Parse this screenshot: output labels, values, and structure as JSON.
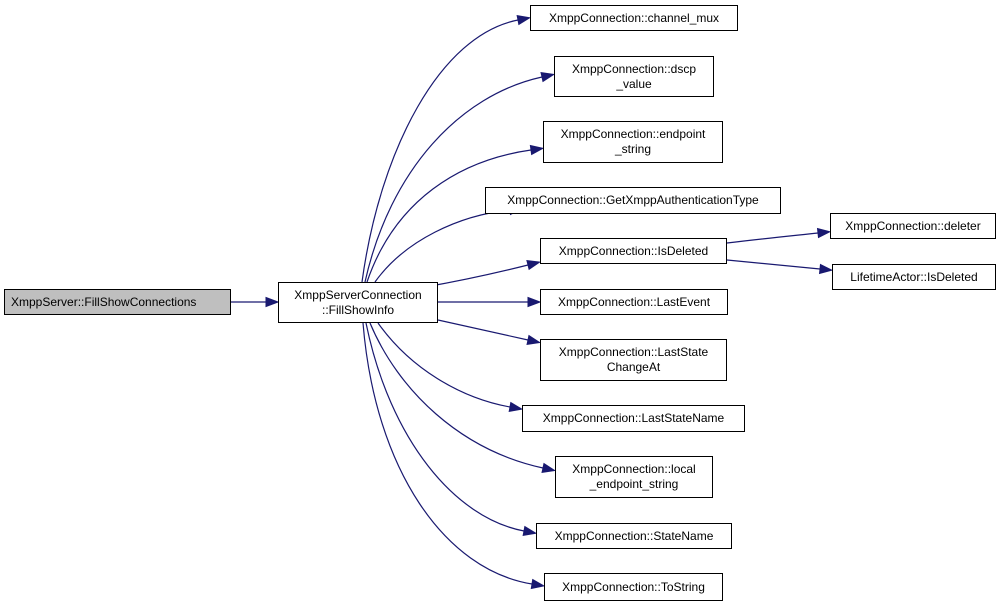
{
  "colors": {
    "edge": "#191970",
    "root_fill": "#bfbfbf",
    "node_border": "#000000"
  },
  "nodes": {
    "root": {
      "lines": [
        "XmppServer::FillShowConnections"
      ]
    },
    "fill_show_info": {
      "lines": [
        "XmppServerConnection",
        "::FillShowInfo"
      ]
    },
    "channel_mux": {
      "lines": [
        "XmppConnection::channel_mux"
      ]
    },
    "dscp_value": {
      "lines": [
        "XmppConnection::dscp",
        "_value"
      ]
    },
    "endpoint_string": {
      "lines": [
        "XmppConnection::endpoint",
        "_string"
      ]
    },
    "get_auth_type": {
      "lines": [
        "XmppConnection::GetXmppAuthenticationType"
      ]
    },
    "is_deleted": {
      "lines": [
        "XmppConnection::IsDeleted"
      ]
    },
    "last_event": {
      "lines": [
        "XmppConnection::LastEvent"
      ]
    },
    "last_state_change_at": {
      "lines": [
        "XmppConnection::LastState",
        "ChangeAt"
      ]
    },
    "last_state_name": {
      "lines": [
        "XmppConnection::LastStateName"
      ]
    },
    "local_endpoint_string": {
      "lines": [
        "XmppConnection::local",
        "_endpoint_string"
      ]
    },
    "state_name": {
      "lines": [
        "XmppConnection::StateName"
      ]
    },
    "to_string": {
      "lines": [
        "XmppConnection::ToString"
      ]
    },
    "deleter": {
      "lines": [
        "XmppConnection::deleter"
      ]
    },
    "lifetime_is_deleted": {
      "lines": [
        "LifetimeActor::IsDeleted"
      ]
    }
  },
  "edges": [
    {
      "from": "root",
      "to": "fill_show_info"
    },
    {
      "from": "fill_show_info",
      "to": "channel_mux"
    },
    {
      "from": "fill_show_info",
      "to": "dscp_value"
    },
    {
      "from": "fill_show_info",
      "to": "endpoint_string"
    },
    {
      "from": "fill_show_info",
      "to": "get_auth_type"
    },
    {
      "from": "fill_show_info",
      "to": "is_deleted"
    },
    {
      "from": "fill_show_info",
      "to": "last_event"
    },
    {
      "from": "fill_show_info",
      "to": "last_state_change_at"
    },
    {
      "from": "fill_show_info",
      "to": "last_state_name"
    },
    {
      "from": "fill_show_info",
      "to": "local_endpoint_string"
    },
    {
      "from": "fill_show_info",
      "to": "state_name"
    },
    {
      "from": "fill_show_info",
      "to": "to_string"
    },
    {
      "from": "is_deleted",
      "to": "deleter"
    },
    {
      "from": "is_deleted",
      "to": "lifetime_is_deleted"
    }
  ]
}
